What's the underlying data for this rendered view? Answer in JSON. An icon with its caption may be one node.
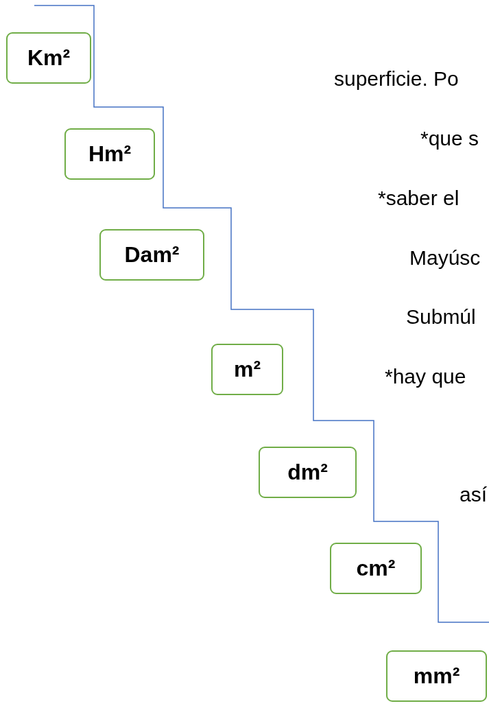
{
  "diagram": {
    "nodes": [
      {
        "text": [
          "Km²"
        ]
      },
      {
        "text": [
          "Hm²"
        ]
      },
      {
        "text": [
          "Dam²"
        ]
      },
      {
        "text": [
          "m²"
        ]
      },
      {
        "text": [
          "dm²"
        ]
      },
      {
        "text": [
          "cm²"
        ]
      },
      {
        "text": [
          "mm²"
        ]
      }
    ],
    "labels": [
      "superficie. Po",
      "*que s",
      "*saber el",
      "Mayúsc",
      "Submúl",
      "*hay que",
      "así"
    ]
  }
}
